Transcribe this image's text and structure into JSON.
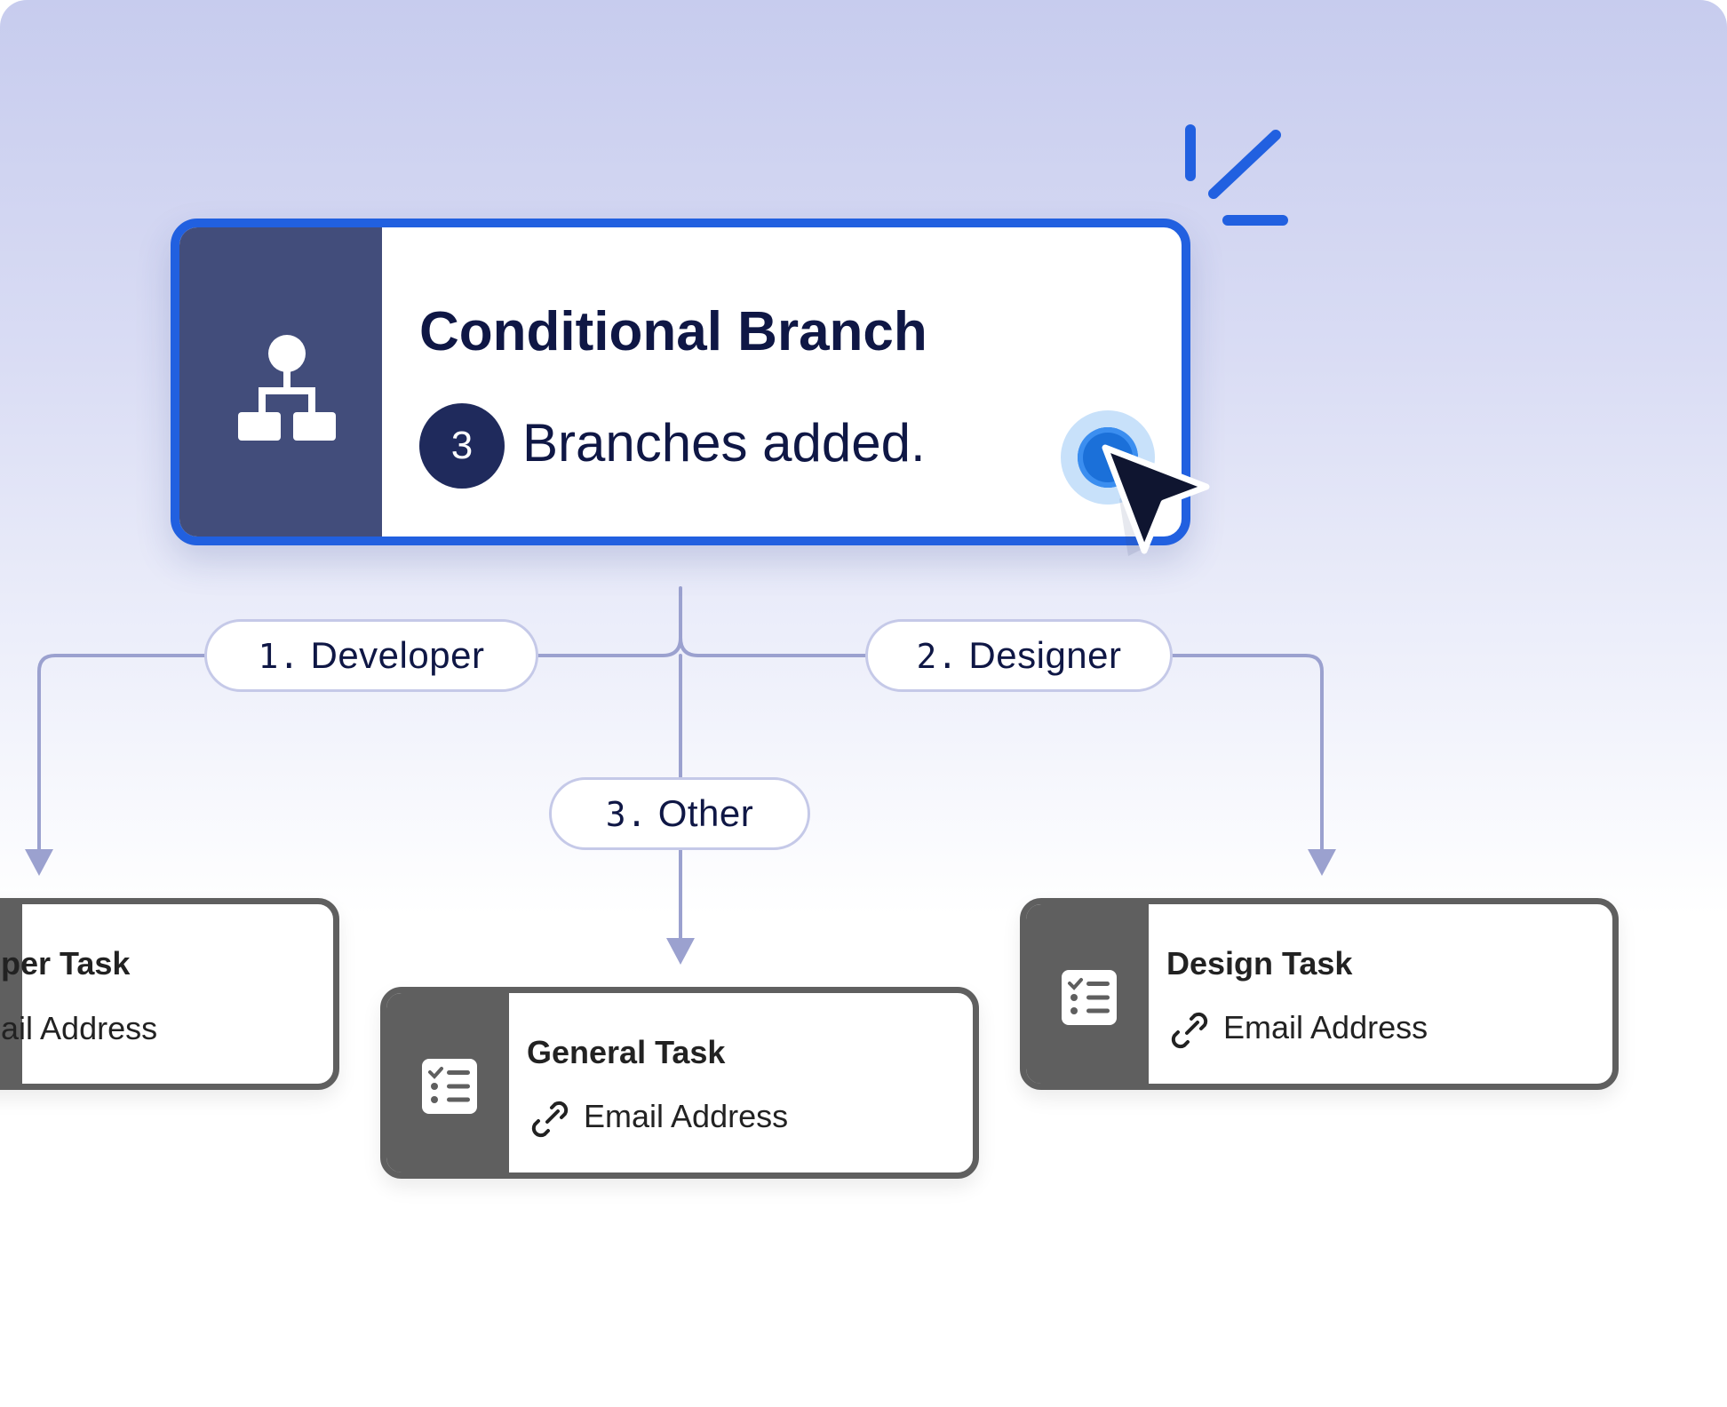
{
  "conditional_node": {
    "title": "Conditional Branch",
    "branch_count": "3",
    "subtitle": "Branches added."
  },
  "branches": [
    {
      "number": "1.",
      "label": "Developer"
    },
    {
      "number": "2.",
      "label": "Designer"
    },
    {
      "number": "3.",
      "label": "Other"
    }
  ],
  "tasks": {
    "developer": {
      "title": "per Task",
      "field": "ail Address"
    },
    "general": {
      "title": "General Task",
      "field": "Email Address"
    },
    "design": {
      "title": "Design Task",
      "field": "Email Address"
    }
  },
  "colors": {
    "accent_blue": "#2160e0",
    "node_sidebar": "#424d7b",
    "count_badge": "#1f2a5c",
    "task_gray": "#5f5f5f",
    "connector": "#9ba1cf"
  },
  "icons": {
    "node_icon": "hierarchy-icon",
    "task_icon": "checklist-icon",
    "field_icon": "link-icon",
    "cursor": "cursor-arrow-icon"
  }
}
